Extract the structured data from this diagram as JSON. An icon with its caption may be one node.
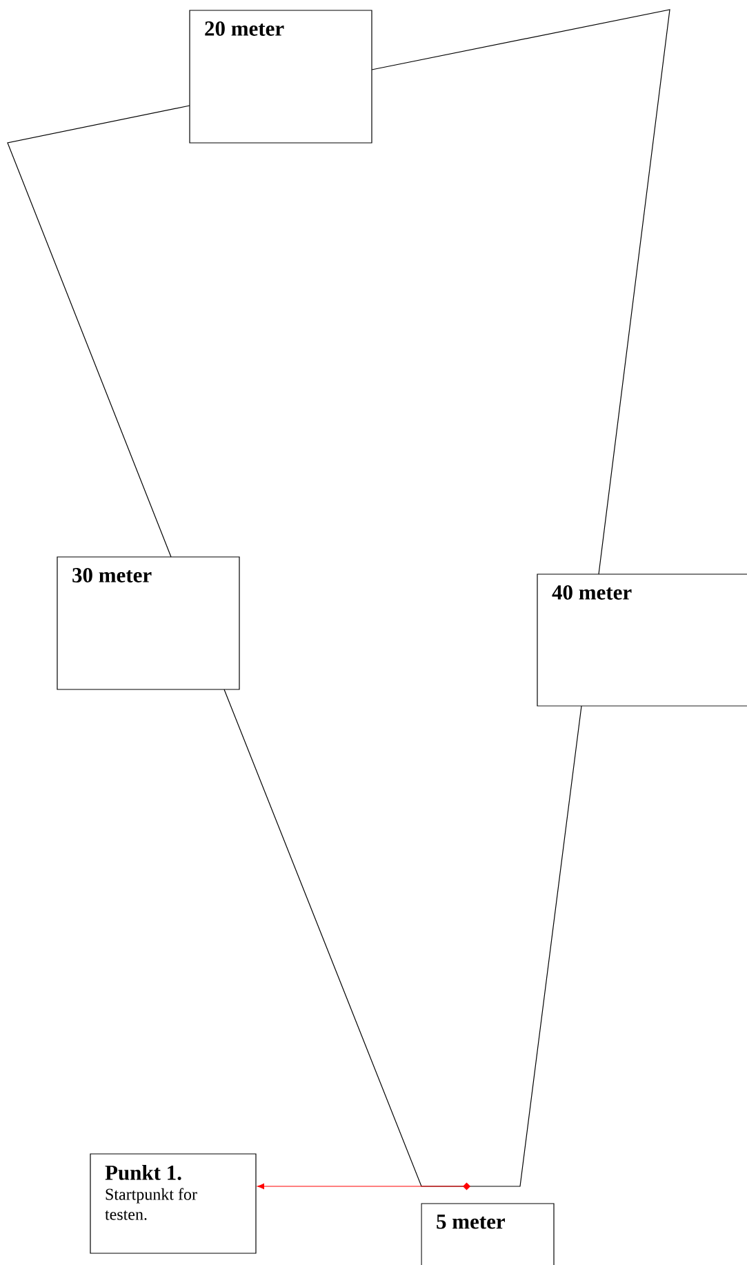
{
  "diagram": {
    "nodes": [
      {
        "text": [
          "20 meter"
        ]
      },
      {
        "text": [
          "30 meter"
        ]
      },
      {
        "text": [
          "40 meter"
        ]
      },
      {
        "text": [
          "5 meter"
        ]
      },
      {
        "text": [
          "Punkt 1.",
          "Startpunkt for testen."
        ]
      }
    ],
    "edges": [
      {
        "from": 0,
        "to": 1,
        "arrow": "none"
      },
      {
        "from": 1,
        "to": 2,
        "arrow": "none"
      },
      {
        "from": 2,
        "to": 0,
        "arrow": "none"
      },
      {
        "from": 3,
        "to": 4,
        "arrow": "to",
        "color": "#ff0000"
      }
    ]
  }
}
